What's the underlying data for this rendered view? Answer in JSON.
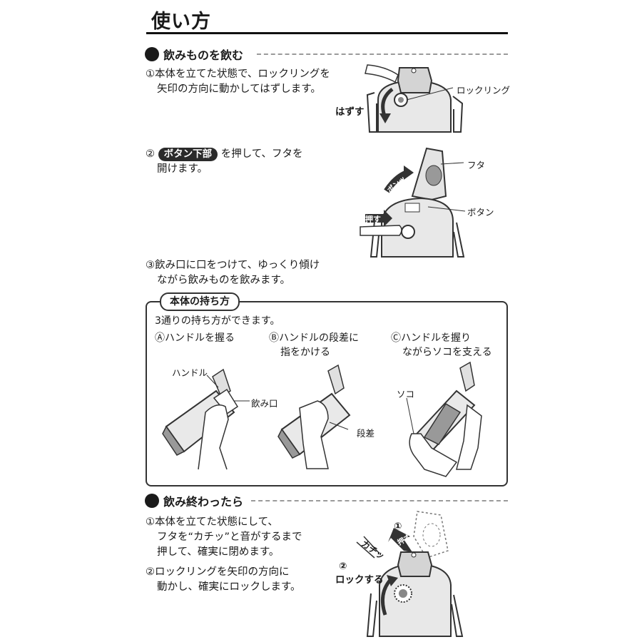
{
  "title": "使い方",
  "drink": {
    "heading": "飲みものを飲む",
    "step1": [
      "①本体を立てた状態で、ロックリングを",
      "矢印の方向に動かしてはずします。"
    ],
    "step2_num": "②",
    "step2_button": "ボタン下部",
    "step2_rest": "を押して、フタを",
    "step2_line2": "開けます。",
    "step3": [
      "③飲み口に口をつけて、ゆっくり傾け",
      "ながら飲みものを飲みます。"
    ],
    "labels": {
      "lock_ring": "ロックリング",
      "remove": "はずす",
      "lid": "フタ",
      "button": "ボタン",
      "push": "押す",
      "pop": "ポンッ"
    }
  },
  "hold": {
    "heading": "本体の持ち方",
    "intro": "3通りの持ち方ができます。",
    "a": [
      "Ⓐハンドルを握る"
    ],
    "b": [
      "Ⓑハンドルの段差に",
      "指をかける"
    ],
    "c": [
      "Ⓒハンドルを握り",
      "ながらソコを支える"
    ],
    "labels": {
      "handle": "ハンドル",
      "mouth": "飲み口",
      "step": "段差",
      "bottom": "ソコ"
    }
  },
  "finish": {
    "heading": "飲み終わったら",
    "step1": [
      "①本体を立てた状態にして、",
      "フタを“カチッ”と音がするまで",
      "押して、確実に閉めます。"
    ],
    "step2": [
      "②ロックリングを矢印の方向に",
      "動かし、確実にロックします。"
    ],
    "labels": {
      "num1": "①",
      "push": "押す",
      "click": "カチッ",
      "num2": "②",
      "lock": "ロックする"
    }
  }
}
